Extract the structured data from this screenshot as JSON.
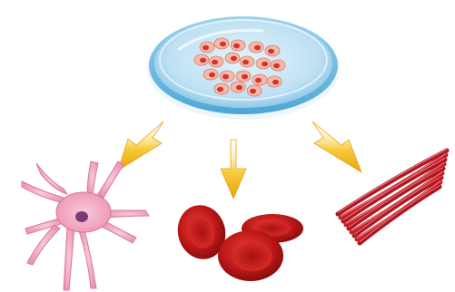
{
  "figure": {
    "source": {
      "name": "petri-dish-stem-cells"
    },
    "arrow_color": "#f2b81f",
    "targets": [
      {
        "name": "nerve-cell",
        "color": "#f2a9c5"
      },
      {
        "name": "red-blood-cells",
        "color": "#c51b1b"
      },
      {
        "name": "muscle-fibers",
        "color": "#c8202a"
      }
    ]
  }
}
